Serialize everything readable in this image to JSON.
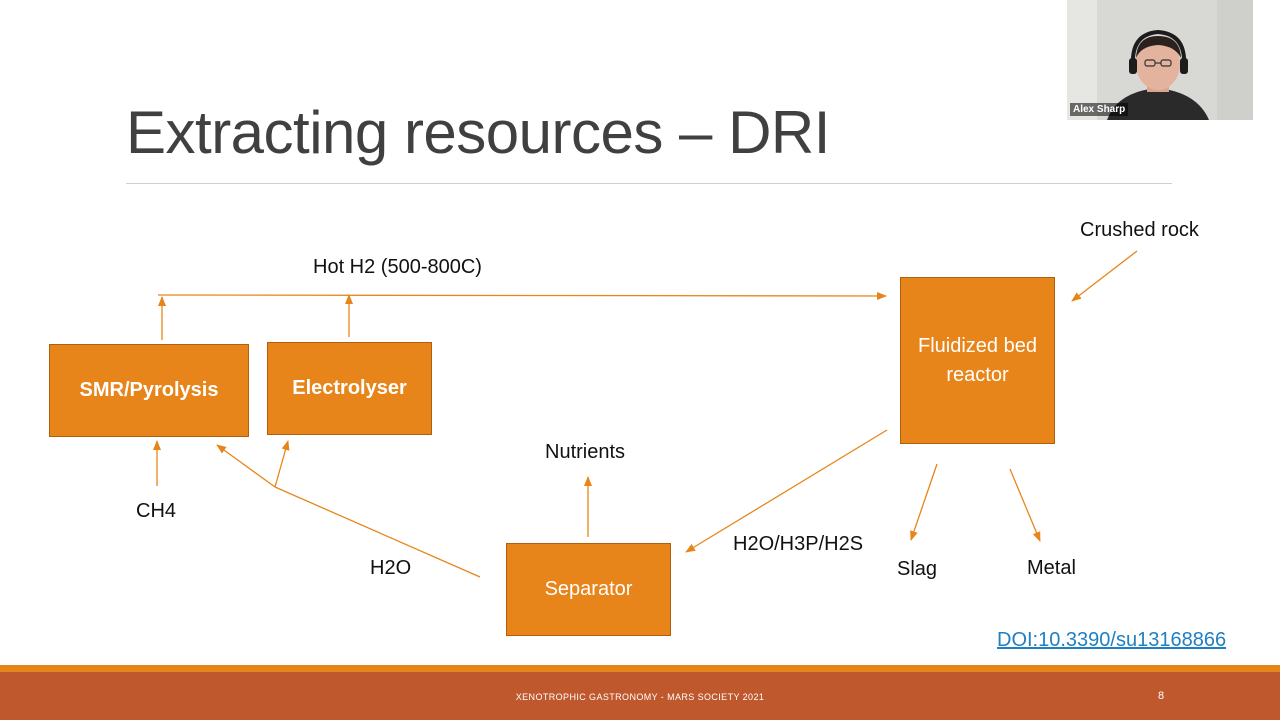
{
  "slide": {
    "title": "Extracting resources – DRI",
    "footer": "XENOTROPHIC GASTRONOMY - MARS SOCIETY 2021",
    "page_number": "8",
    "doi_link": "DOI:10.3390/su13168866"
  },
  "diagram": {
    "boxes": {
      "smr": "SMR/Pyrolysis",
      "electrolyser": "Electrolyser",
      "reactor": "Fluidized bed reactor",
      "separator": "Separator"
    },
    "labels": {
      "hot_h2": "Hot H2 (500-800C)",
      "crushed_rock": "Crushed rock",
      "ch4": "CH4",
      "h2o": "H2O",
      "nutrients": "Nutrients",
      "gases": "H2O/H3P/H2S",
      "slag": "Slag",
      "metal": "Metal"
    },
    "colors": {
      "box_fill": "#e8851a",
      "arrow": "#e8851a",
      "footer": "#c0582e"
    }
  },
  "webcam": {
    "participant_name": "Alex Sharp"
  }
}
